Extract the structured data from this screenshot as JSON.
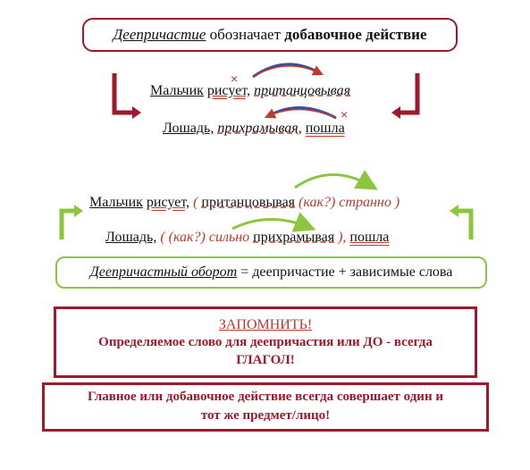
{
  "header": {
    "term": "Деепричастие",
    "verb": "обозначает",
    "meaning": "добавочное действие"
  },
  "example1": {
    "line1": {
      "subject": "Мальчик",
      "predicate": "рисует,",
      "participle": "пританцовывая"
    },
    "line2": {
      "subject": "Лошадь,",
      "participle": "прихрамывая,",
      "predicate": "пошла"
    },
    "error_mark": "×"
  },
  "example2": {
    "line1": {
      "subject": "Мальчик",
      "predicate": "рисует,",
      "open": "(",
      "participle": "пританцовывая",
      "question": "(как?)",
      "adverb": "странно",
      "close": ")"
    },
    "line2": {
      "subject": "Лошадь,",
      "open": "(",
      "question": "(как?)",
      "adverb": "сильно",
      "participle": "прихрамывая",
      "close": "),",
      "predicate": "пошла"
    }
  },
  "definition": {
    "term": "Деепричастный оборот",
    "rest": "= деепричастие + зависимые слова"
  },
  "remember": {
    "title": "ЗАПОМНИТЬ!",
    "line1": "Определяемое слово для деепричастия или ДО - всегда",
    "line2": "ГЛАГОЛ!"
  },
  "rule": {
    "line1": "Главное или добавочное действие всегда совершает один и",
    "line2": "тот же предмет/лицо!"
  },
  "colors": {
    "dark_red": "#a0182b",
    "red": "#c0392b",
    "green": "#8cc63f",
    "arrow_blue": "#3b4fa0"
  }
}
